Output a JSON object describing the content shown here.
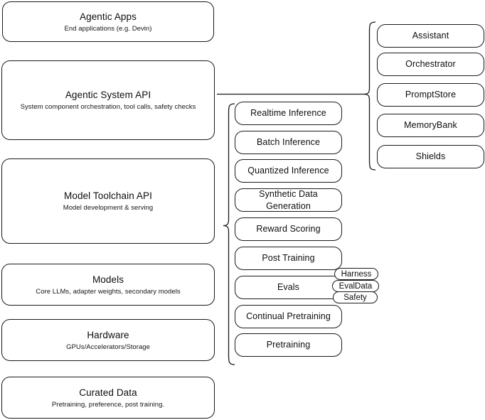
{
  "diagram": {
    "title": "LLM Stack Layers Architecture Diagram",
    "stroke_color": "#1a1a1a",
    "background_color": "#ffffff",
    "left_stack": [
      {
        "title": "Agentic Apps",
        "subtitle": "End applications (e.g. Devin)"
      },
      {
        "title": "Agentic System API",
        "subtitle": "System component orchestration, tool calls, safety checks"
      },
      {
        "title": "Model Toolchain API",
        "subtitle": "Model development & serving"
      },
      {
        "title": "Models",
        "subtitle": "Core LLMs, adapter weights, secondary models"
      },
      {
        "title": "Hardware",
        "subtitle": "GPUs/Accelerators/Storage"
      },
      {
        "title": "Curated Data",
        "subtitle": "Pretraining, preference, post training."
      }
    ],
    "middle_column": [
      {
        "title": "Realtime Inference"
      },
      {
        "title": "Batch Inference"
      },
      {
        "title": "Quantized Inference"
      },
      {
        "title": "Synthetic Data Generation"
      },
      {
        "title": "Reward Scoring"
      },
      {
        "title": "Post Training"
      },
      {
        "title": "Evals"
      },
      {
        "title": "Continual Pretraining"
      },
      {
        "title": "Pretraining"
      }
    ],
    "evals_tags": [
      {
        "label": "Harness"
      },
      {
        "label": "EvalData"
      },
      {
        "label": "Safety"
      }
    ],
    "right_column": [
      {
        "title": "Assistant"
      },
      {
        "title": "Orchestrator"
      },
      {
        "title": "PromptStore"
      },
      {
        "title": "MemoryBank"
      },
      {
        "title": "Shields"
      }
    ]
  }
}
